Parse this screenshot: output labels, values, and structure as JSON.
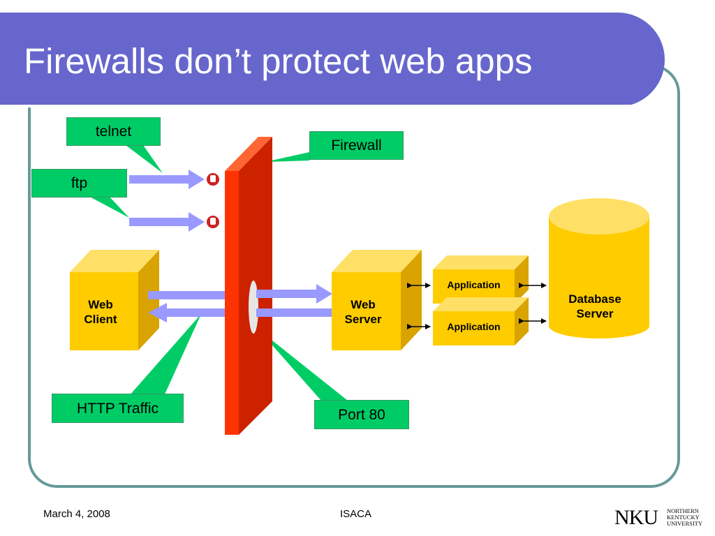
{
  "title": "Firewalls don’t protect web apps",
  "callouts": {
    "telnet": "telnet",
    "ftp": "ftp",
    "firewall": "Firewall",
    "http": "HTTP Traffic",
    "port": "Port 80"
  },
  "nodes": {
    "client": "Web\nClient",
    "server": "Web\nServer",
    "app1": "Application",
    "app2": "Application",
    "db": "Database\nServer"
  },
  "icons": {
    "blocked_1": "stop-hand-icon",
    "blocked_2": "stop-hand-icon"
  },
  "colors": {
    "title_bar": "#6666cc",
    "frame": "#669999",
    "callout": "#00cc66",
    "box": "#ffcc00",
    "firewall": "#ff3300",
    "arrow": "#9999ff"
  },
  "footer": {
    "date": "March 4, 2008",
    "center": "ISACA",
    "logo_mark": "NKU",
    "logo_text": "NORTHERN\nKENTUCKY\nUNIVERSITY"
  }
}
